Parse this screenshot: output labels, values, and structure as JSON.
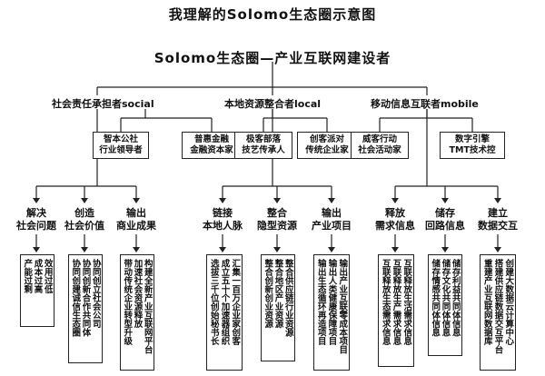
{
  "page_title": "我理解的Solomo生态圈示意图",
  "root": "Solomo生态圈—产业互联网建设者",
  "categories": [
    {
      "label": "社会责任承担者social"
    },
    {
      "label": "本地资源整合者local"
    },
    {
      "label": "移动信息互联者mobile"
    }
  ],
  "roles": [
    [
      "智本公社",
      "行业领导者"
    ],
    [
      "普惠金融",
      "金融资本家"
    ],
    [
      "极客部落",
      "技艺传承人"
    ],
    [
      "创客派对",
      "传统企业家"
    ],
    [
      "威客行动",
      "社会活动家"
    ],
    [
      "数字引擎",
      "TMT技术控"
    ]
  ],
  "functions": [
    [
      "解决",
      "社会问题"
    ],
    [
      "创造",
      "社会价值"
    ],
    [
      "输出",
      "商业成果"
    ],
    [
      "链接",
      "本地人脉"
    ],
    [
      "整合",
      "隐型资源"
    ],
    [
      "输出",
      "产业项目"
    ],
    [
      "释放",
      "需求信息"
    ],
    [
      "储存",
      "回路信息"
    ],
    [
      "建立",
      "数据交互"
    ]
  ],
  "details": [
    [
      "效用过低",
      "成本过高",
      "产能过剩"
    ],
    [
      "协同创立社会公司",
      "协同创新合作共同体",
      "协同创建诚信生态圈"
    ],
    [
      "构建全新产业互联网平台",
      "加速社会资源释放",
      "带动传统企业转型升级"
    ],
    [
      "汇集一百万企业家创客",
      "成立五十个加速器组织",
      "选拔三千位创始秘书长"
    ],
    [
      "整合供应链行业资源",
      "整合地区产业资源",
      "整合创新创业资源"
    ],
    [
      "输出产业互联零成本项目",
      "输出人类健康保障项目",
      "输出生态循环再造项目"
    ],
    [
      "互联释放生活需求信息",
      "互联释放生产需求信息",
      "互联释放生态需求信息"
    ],
    [
      "储存利益共同体信息",
      "储存文化共同体信息",
      "储存情感共同体信息"
    ],
    [
      "创建大数据云计算中心",
      "搭建供应链数据交互平台",
      "重建产业互联网数据库"
    ]
  ]
}
